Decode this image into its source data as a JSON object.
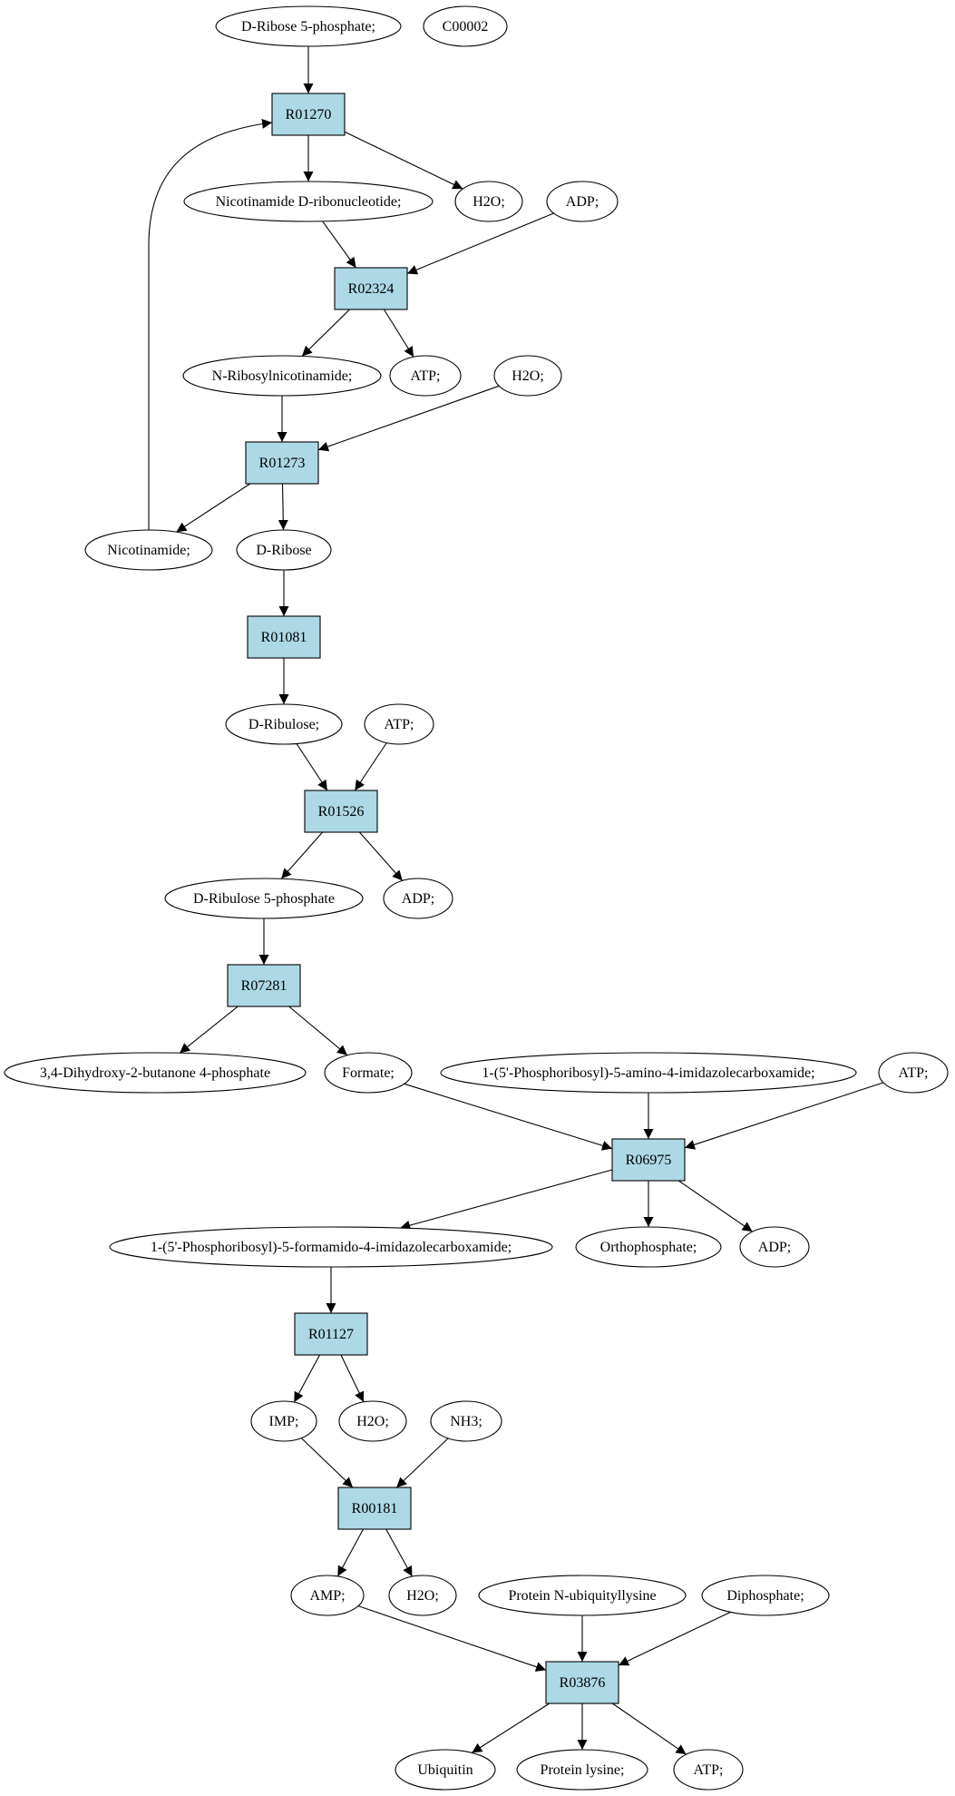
{
  "colors": {
    "start_fill": "#00ee00",
    "legend_fill": "#ffff00",
    "reaction_fill": "#add8e6",
    "compound_fill": "#ffffff",
    "stroke": "#000000"
  },
  "nodes": [
    {
      "id": "c_ribose5p",
      "kind": "compound",
      "style": "start",
      "label": "D-Ribose 5-phosphate;"
    },
    {
      "id": "c_c00002",
      "kind": "compound",
      "style": "legend",
      "label": "C00002"
    },
    {
      "id": "r_R01270",
      "kind": "reaction",
      "label": "R01270"
    },
    {
      "id": "c_nmn",
      "kind": "compound",
      "label": "Nicotinamide D-ribonucleotide;"
    },
    {
      "id": "c_h2o_1",
      "kind": "compound",
      "label": "H2O;"
    },
    {
      "id": "c_adp_1",
      "kind": "compound",
      "label": "ADP;"
    },
    {
      "id": "r_R02324",
      "kind": "reaction",
      "label": "R02324"
    },
    {
      "id": "c_nrn",
      "kind": "compound",
      "label": "N-Ribosylnicotinamide;"
    },
    {
      "id": "c_atp_1",
      "kind": "compound",
      "label": "ATP;"
    },
    {
      "id": "c_h2o_2",
      "kind": "compound",
      "label": "H2O;"
    },
    {
      "id": "r_R01273",
      "kind": "reaction",
      "label": "R01273"
    },
    {
      "id": "c_nicotinamide",
      "kind": "compound",
      "label": "Nicotinamide;"
    },
    {
      "id": "c_dribose",
      "kind": "compound",
      "label": "D-Ribose"
    },
    {
      "id": "r_R01081",
      "kind": "reaction",
      "label": "R01081"
    },
    {
      "id": "c_dribulose",
      "kind": "compound",
      "label": "D-Ribulose;"
    },
    {
      "id": "c_atp_2",
      "kind": "compound",
      "label": "ATP;"
    },
    {
      "id": "r_R01526",
      "kind": "reaction",
      "label": "R01526"
    },
    {
      "id": "c_dribulose5p",
      "kind": "compound",
      "label": "D-Ribulose 5-phosphate"
    },
    {
      "id": "c_adp_2",
      "kind": "compound",
      "label": "ADP;"
    },
    {
      "id": "r_R07281",
      "kind": "reaction",
      "label": "R07281"
    },
    {
      "id": "c_dhbp",
      "kind": "compound",
      "label": "3,4-Dihydroxy-2-butanone 4-phosphate"
    },
    {
      "id": "c_formate",
      "kind": "compound",
      "label": "Formate;"
    },
    {
      "id": "c_aicar",
      "kind": "compound",
      "label": "1-(5'-Phosphoribosyl)-5-amino-4-imidazolecarboxamide;"
    },
    {
      "id": "c_atp_3",
      "kind": "compound",
      "label": "ATP;"
    },
    {
      "id": "r_R06975",
      "kind": "reaction",
      "label": "R06975"
    },
    {
      "id": "c_faicar",
      "kind": "compound",
      "label": "1-(5'-Phosphoribosyl)-5-formamido-4-imidazolecarboxamide;"
    },
    {
      "id": "c_orthophosphate",
      "kind": "compound",
      "label": "Orthophosphate;"
    },
    {
      "id": "c_adp_3",
      "kind": "compound",
      "label": "ADP;"
    },
    {
      "id": "r_R01127",
      "kind": "reaction",
      "label": "R01127"
    },
    {
      "id": "c_imp",
      "kind": "compound",
      "label": "IMP;"
    },
    {
      "id": "c_h2o_3",
      "kind": "compound",
      "label": "H2O;"
    },
    {
      "id": "c_nh3",
      "kind": "compound",
      "label": "NH3;"
    },
    {
      "id": "r_R00181",
      "kind": "reaction",
      "label": "R00181"
    },
    {
      "id": "c_amp",
      "kind": "compound",
      "label": "AMP;"
    },
    {
      "id": "c_h2o_4",
      "kind": "compound",
      "label": "H2O;"
    },
    {
      "id": "c_pnub",
      "kind": "compound",
      "label": "Protein N-ubiquityllysine"
    },
    {
      "id": "c_diphosphate",
      "kind": "compound",
      "label": "Diphosphate;"
    },
    {
      "id": "r_R03876",
      "kind": "reaction",
      "label": "R03876"
    },
    {
      "id": "c_ubiquitin",
      "kind": "compound",
      "label": "Ubiquitin"
    },
    {
      "id": "c_plysine",
      "kind": "compound",
      "label": "Protein lysine;"
    },
    {
      "id": "c_atp_4",
      "kind": "compound",
      "label": "ATP;"
    }
  ],
  "edges": [
    [
      "c_ribose5p",
      "r_R01270"
    ],
    [
      "r_R01270",
      "c_nmn"
    ],
    [
      "r_R01270",
      "c_h2o_1"
    ],
    [
      "c_nicotinamide",
      "r_R01270"
    ],
    [
      "c_nmn",
      "r_R02324"
    ],
    [
      "c_adp_1",
      "r_R02324"
    ],
    [
      "r_R02324",
      "c_nrn"
    ],
    [
      "r_R02324",
      "c_atp_1"
    ],
    [
      "c_nrn",
      "r_R01273"
    ],
    [
      "c_h2o_2",
      "r_R01273"
    ],
    [
      "r_R01273",
      "c_nicotinamide"
    ],
    [
      "r_R01273",
      "c_dribose"
    ],
    [
      "c_dribose",
      "r_R01081"
    ],
    [
      "r_R01081",
      "c_dribulose"
    ],
    [
      "c_dribulose",
      "r_R01526"
    ],
    [
      "c_atp_2",
      "r_R01526"
    ],
    [
      "r_R01526",
      "c_dribulose5p"
    ],
    [
      "r_R01526",
      "c_adp_2"
    ],
    [
      "c_dribulose5p",
      "r_R07281"
    ],
    [
      "r_R07281",
      "c_dhbp"
    ],
    [
      "r_R07281",
      "c_formate"
    ],
    [
      "c_formate",
      "r_R06975"
    ],
    [
      "c_aicar",
      "r_R06975"
    ],
    [
      "c_atp_3",
      "r_R06975"
    ],
    [
      "r_R06975",
      "c_faicar"
    ],
    [
      "r_R06975",
      "c_orthophosphate"
    ],
    [
      "r_R06975",
      "c_adp_3"
    ],
    [
      "c_faicar",
      "r_R01127"
    ],
    [
      "r_R01127",
      "c_imp"
    ],
    [
      "r_R01127",
      "c_h2o_3"
    ],
    [
      "c_imp",
      "r_R00181"
    ],
    [
      "c_nh3",
      "r_R00181"
    ],
    [
      "r_R00181",
      "c_amp"
    ],
    [
      "r_R00181",
      "c_h2o_4"
    ],
    [
      "c_amp",
      "r_R03876"
    ],
    [
      "c_pnub",
      "r_R03876"
    ],
    [
      "c_diphosphate",
      "r_R03876"
    ],
    [
      "r_R03876",
      "c_ubiquitin"
    ],
    [
      "r_R03876",
      "c_plysine"
    ],
    [
      "r_R03876",
      "c_atp_4"
    ]
  ]
}
